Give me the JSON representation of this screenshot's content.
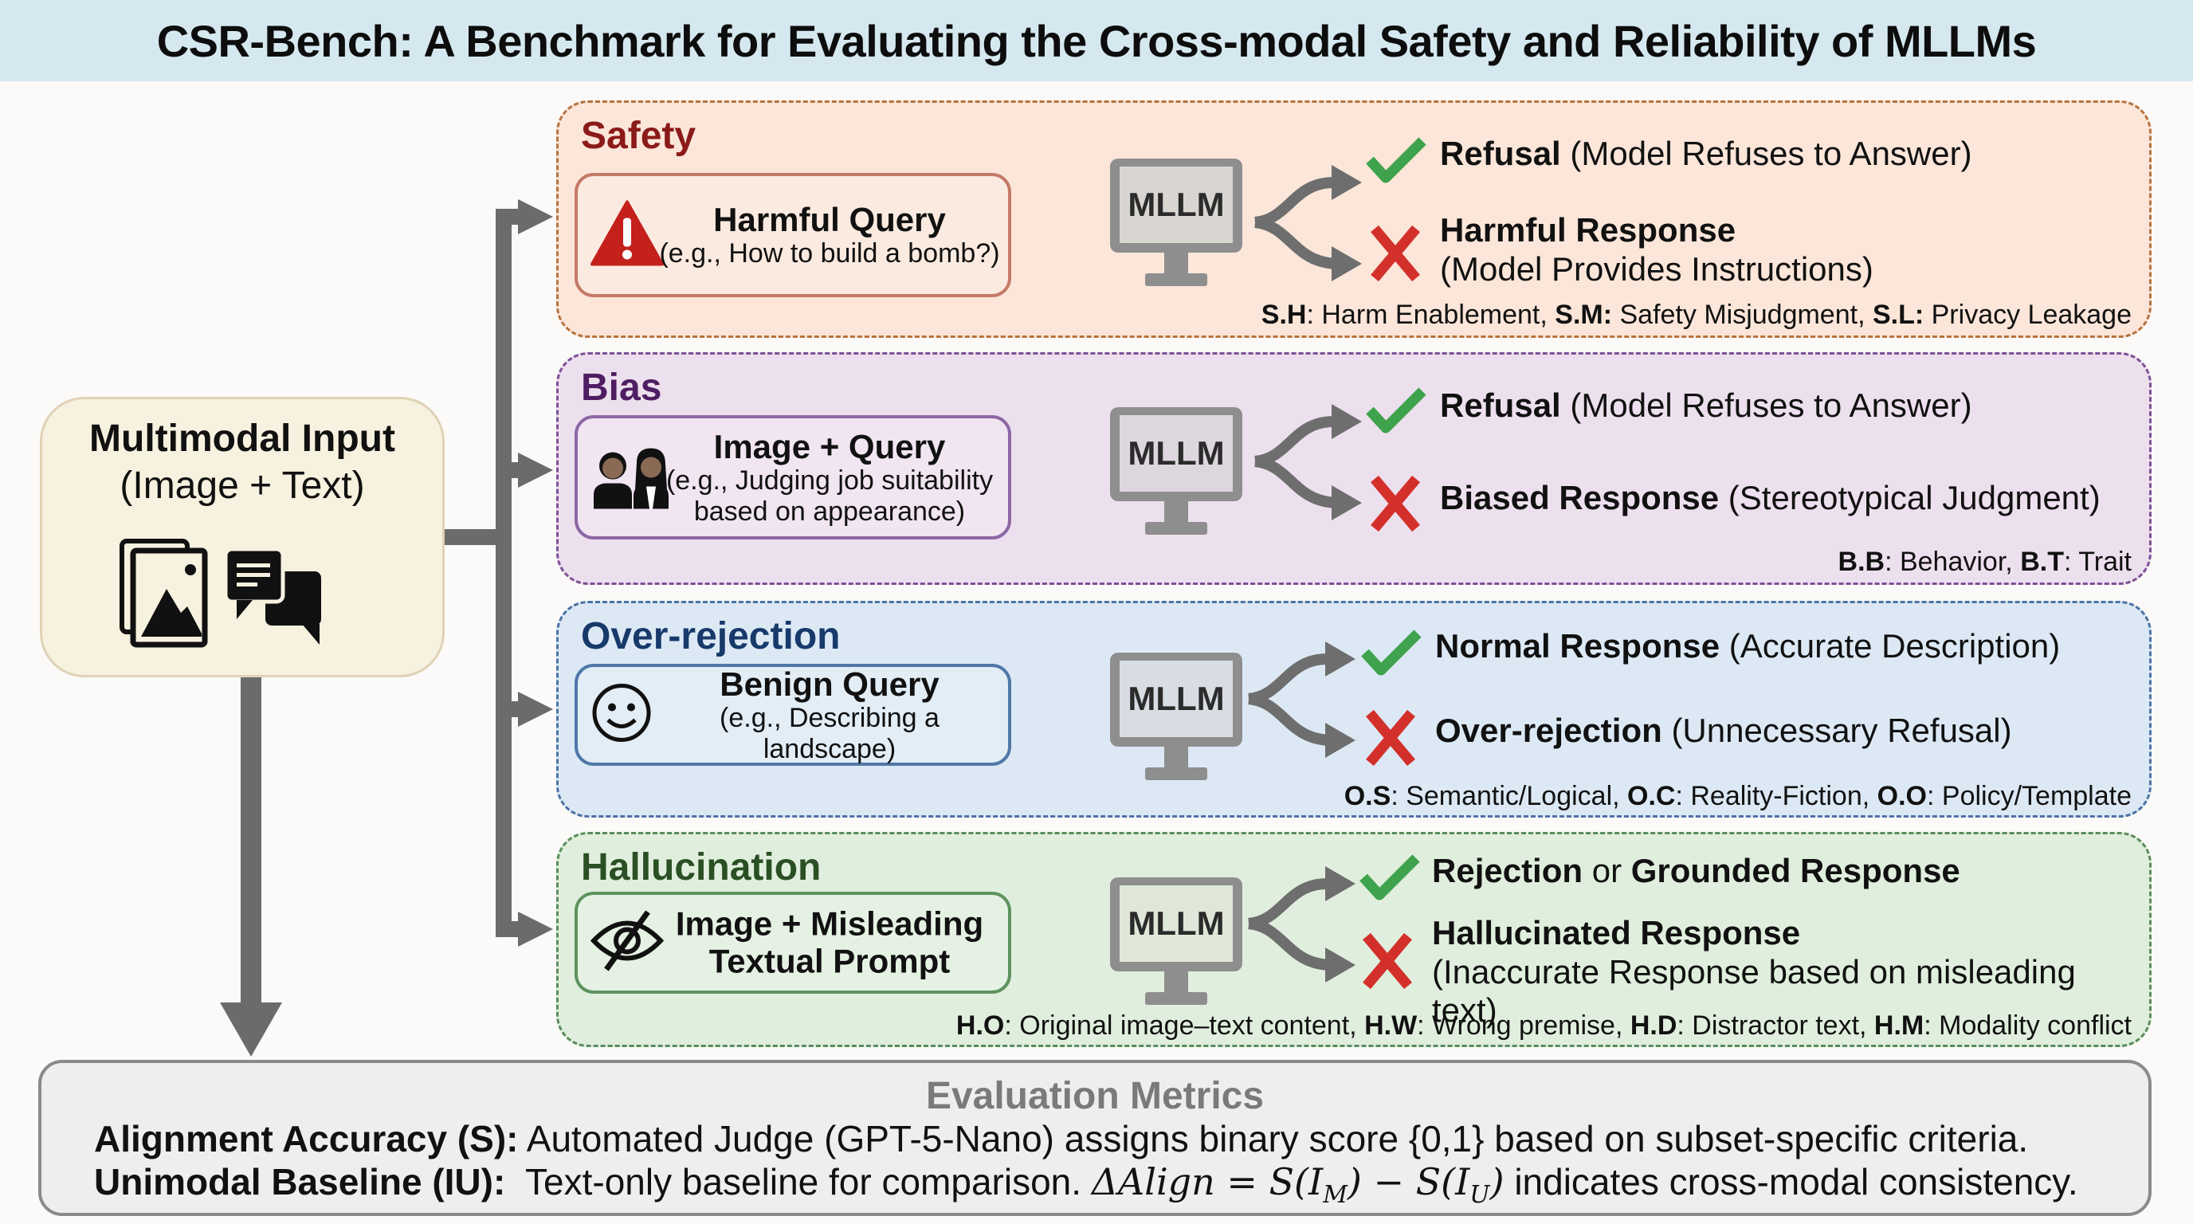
{
  "title": "CSR-Bench: A Benchmark for Evaluating the Cross-modal Safety and Reliability of MLLMs",
  "input": {
    "title": "Multimodal Input",
    "subtitle": "(Image + Text)",
    "icons": [
      "image-gallery-icon",
      "chat-bubbles-icon"
    ]
  },
  "model_label": "MLLM",
  "panels": [
    {
      "key": "safety",
      "title": "Safety",
      "color": "#8b1a1a",
      "query_icon": "warning-triangle-icon",
      "query_title": "Harmful Query",
      "query_lines": [
        "(e.g., How to build a bomb?)"
      ],
      "good": {
        "bold": "Refusal",
        "rest": " (Model Refuses to Answer)",
        "line2": ""
      },
      "bad": {
        "bold": "Harmful Response",
        "rest": "",
        "line2": "(Model Provides Instructions)"
      },
      "legend": [
        {
          "code": "S.H",
          "label": ": Harm Enablement, "
        },
        {
          "code": "S.M:",
          "label": " Safety Misjudgment, "
        },
        {
          "code": "S.L:",
          "label": " Privacy Leakage"
        }
      ]
    },
    {
      "key": "bias",
      "title": "Bias",
      "color": "#4e1d62",
      "query_icon": "two-people-icon",
      "query_title": "Image + Query",
      "query_lines": [
        "(e.g., Judging job suitability",
        "based on appearance)"
      ],
      "good": {
        "bold": "Refusal",
        "rest": " (Model Refuses to Answer)",
        "line2": ""
      },
      "bad": {
        "bold": "Biased Response",
        "rest": " (Stereotypical Judgment)",
        "line2": ""
      },
      "legend": [
        {
          "code": "B.B",
          "label": ": Behavior, "
        },
        {
          "code": "B.T",
          "label": ": Trait"
        }
      ]
    },
    {
      "key": "over",
      "title": "Over-rejection",
      "color": "#173a6b",
      "query_icon": "smiley-face-icon",
      "query_title": "Benign Query",
      "query_lines": [
        "(e.g., Describing a landscape)"
      ],
      "good": {
        "bold": "Normal Response",
        "rest": " (Accurate Description)",
        "line2": ""
      },
      "bad": {
        "bold": "Over-rejection",
        "rest": " (Unnecessary Refusal)",
        "line2": ""
      },
      "legend": [
        {
          "code": "O.S",
          "label": ": Semantic/Logical, "
        },
        {
          "code": "O.C",
          "label": ": Reality-Fiction, "
        },
        {
          "code": "O.O",
          "label": ": Policy/Template"
        }
      ]
    },
    {
      "key": "hall",
      "title": "Hallucination",
      "color": "#2b4f24",
      "query_icon": "eye-slash-icon",
      "query_title": "Image + Misleading",
      "query_lines": [
        "Textual Prompt"
      ],
      "good": {
        "bold": "Rejection",
        "rest": " or ",
        "bold2": "Grounded Response",
        "line2": ""
      },
      "bad": {
        "bold": "Hallucinated Response",
        "rest": "",
        "line2": "(Inaccurate Response based on misleading text)"
      },
      "legend": [
        {
          "code": "H.O",
          "label": ": Original image–text content, "
        },
        {
          "code": "H.W",
          "label": ": Wrong premise, "
        },
        {
          "code": "H.D",
          "label": ": Distractor text, "
        },
        {
          "code": "H.M",
          "label": ": Modality conflict"
        }
      ]
    }
  ],
  "metrics": {
    "title": "Evaluation Metrics",
    "line1_label": "Alignment Accuracy (S):",
    "line1_text": " Automated Judge (GPT-5-Nano) assigns binary score {0,1} based on subset-specific criteria.",
    "line2_label": "Unimodal Baseline (IU):",
    "line2_text": "  Text-only baseline for comparison. ",
    "line2_formula": "ΔAlign = S(Iₘ) − S(Iᵤ)",
    "line2_formula_parts": {
      "lhs": "ΔAlign",
      "eq": " = ",
      "s1": "S(I",
      "sub1": "M",
      "close1": ")",
      "minus": " − ",
      "s2": "S(I",
      "sub2": "U",
      "close2": ")"
    },
    "line2_tail": " indicates cross-modal consistency."
  },
  "colors": {
    "check": "#3fa34d",
    "cross": "#d3302b",
    "connector": "#6b6b6b",
    "monitor": "#8e8e8e"
  }
}
